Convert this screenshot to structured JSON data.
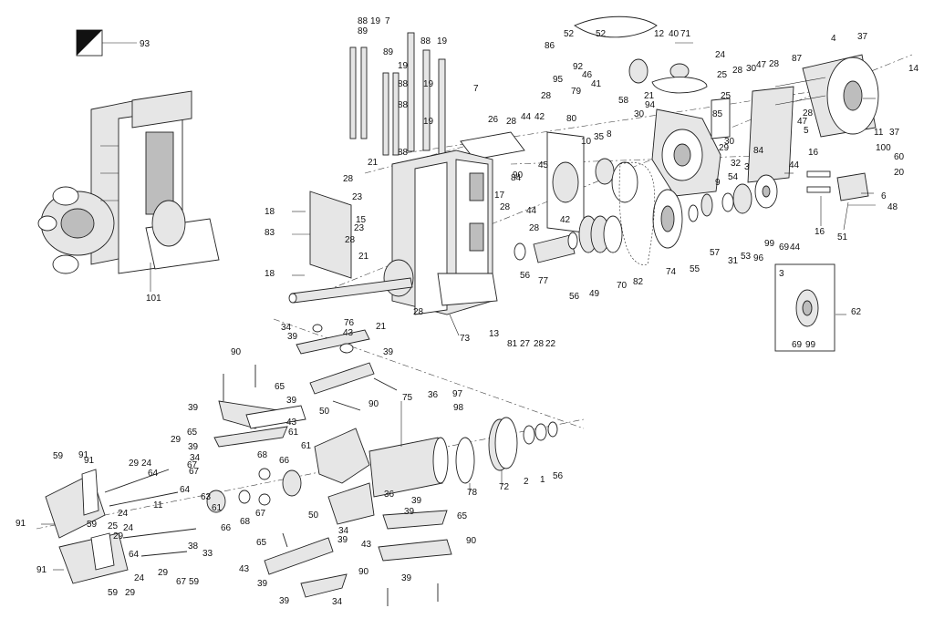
{
  "diagram": {
    "labels": [
      "93",
      "101",
      "89",
      "88",
      "19",
      "7",
      "88",
      "19",
      "89",
      "19",
      "88",
      "19",
      "88",
      "19",
      "88",
      "7",
      "26",
      "84",
      "28",
      "44",
      "42",
      "95",
      "28",
      "80",
      "10",
      "35",
      "8",
      "30",
      "86",
      "52",
      "52",
      "92",
      "46",
      "41",
      "79",
      "12",
      "40",
      "71",
      "24",
      "25",
      "28",
      "30",
      "47",
      "28",
      "58",
      "94",
      "85",
      "87",
      "4",
      "37",
      "14",
      "37",
      "28",
      "47",
      "9",
      "32",
      "3",
      "5",
      "11",
      "54",
      "100",
      "60",
      "20",
      "16",
      "44",
      "6",
      "48",
      "16",
      "51",
      "96",
      "99",
      "69",
      "44",
      "53",
      "31",
      "57",
      "55",
      "74",
      "82",
      "70",
      "49",
      "56",
      "77",
      "56",
      "45",
      "17",
      "28",
      "44",
      "28",
      "42",
      "21",
      "28",
      "23",
      "18",
      "15",
      "23",
      "28",
      "21",
      "83",
      "18",
      "76",
      "21",
      "28",
      "73",
      "13",
      "81",
      "27",
      "28",
      "22",
      "62",
      "3",
      "69",
      "99",
      "34",
      "39",
      "43",
      "39",
      "90",
      "65",
      "39",
      "90",
      "75",
      "36",
      "97",
      "98",
      "39",
      "65",
      "43",
      "39",
      "34",
      "50",
      "61",
      "61",
      "68",
      "66",
      "78",
      "72",
      "2",
      "1",
      "56",
      "59",
      "91",
      "29",
      "24",
      "64",
      "29",
      "67",
      "91",
      "59",
      "29",
      "64",
      "67",
      "24",
      "64",
      "63",
      "33",
      "68",
      "66",
      "67",
      "61",
      "50",
      "34",
      "36",
      "39",
      "39",
      "65",
      "43",
      "39",
      "90",
      "43",
      "65",
      "39",
      "39",
      "90",
      "39",
      "34",
      "91",
      "59",
      "29",
      "24",
      "29",
      "67",
      "59",
      "91",
      "24",
      "25",
      "38",
      "11",
      "25",
      "30",
      "84",
      "29",
      "21",
      "90"
    ],
    "exploded_view_callout": "93"
  }
}
